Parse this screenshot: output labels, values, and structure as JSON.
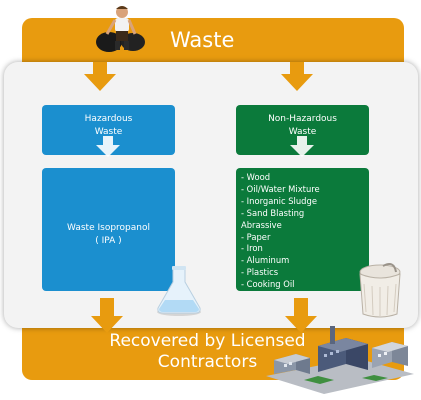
{
  "header": {
    "title": "Waste"
  },
  "hazardous": {
    "heading_line1": "Hazardous",
    "heading_line2": "Waste",
    "item_line1": "Waste Isopropanol",
    "item_line2": "( IPA )"
  },
  "non_hazardous": {
    "heading_line1": "Non-Hazardous",
    "heading_line2": "Waste",
    "items": [
      "- Wood",
      "- Oil/Water Mixture",
      "- Inorganic Sludge",
      "- Sand Blasting",
      "Abrassive",
      "- Paper",
      "- Iron",
      "- Aluminum",
      "- Plastics",
      "- Cooking Oil"
    ]
  },
  "footer": {
    "title_line1": "Recovered by Licensed",
    "title_line2": "Contractors"
  },
  "colors": {
    "frame_orange": "#e89b0f",
    "hazardous_blue": "#1b8fcf",
    "non_hazardous_green": "#0b7a3b",
    "panel_gray": "#f3f3f3"
  },
  "icons": [
    "worker-with-bags-icon",
    "flask-icon",
    "bin-icon",
    "factory-icon"
  ]
}
